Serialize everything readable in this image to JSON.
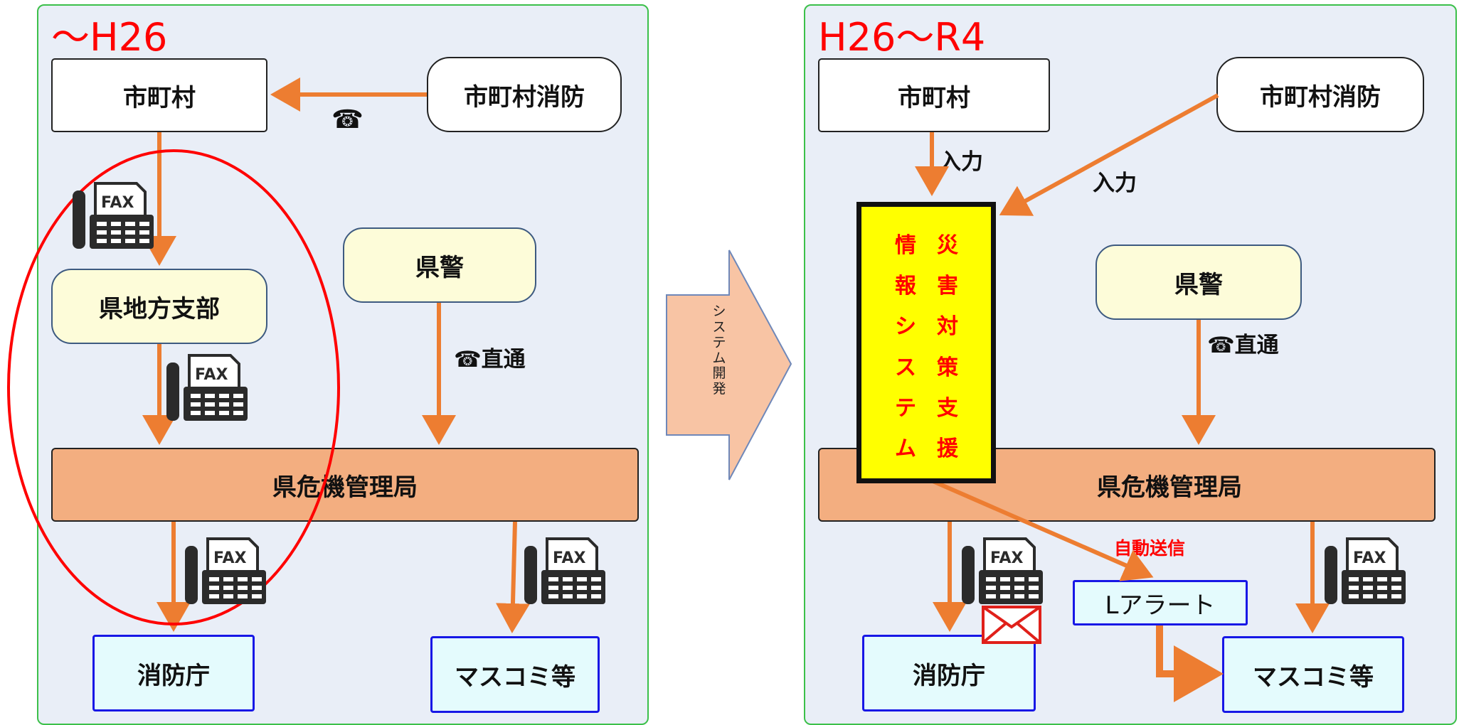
{
  "left_panel": {
    "era_label": "～H26",
    "municipality": "市町村",
    "municipal_fire": "市町村消防",
    "branch": "県地方支部",
    "police": "県警",
    "crisis_bureau": "県危機管理局",
    "fdma": "消防庁",
    "media": "マスコミ等",
    "phone_glyph": "☎",
    "direct_line": "☎直通"
  },
  "transition": {
    "label": [
      "シ",
      "ス",
      "テ",
      "ム",
      "開",
      "発"
    ]
  },
  "right_panel": {
    "era_label": "H26～R4",
    "municipality": "市町村",
    "municipal_fire": "市町村消防",
    "input_label_1": "入力",
    "input_label_2": "入力",
    "disaster_system_col1": [
      "情",
      "報",
      "シ",
      "ス",
      "テ",
      "ム"
    ],
    "disaster_system_col2": [
      "災",
      "害",
      "対",
      "策",
      "支",
      "援"
    ],
    "police": "県警",
    "direct_line": "☎直通",
    "crisis_bureau": "県危機管理局",
    "auto_send": "自動送信",
    "l_alert": "Lアラート",
    "fdma": "消防庁",
    "media": "マスコミ等"
  },
  "icons": {
    "fax": "fax-machine-icon",
    "mail": "envelope-icon",
    "phone": "telephone-icon"
  },
  "colors": {
    "arrow": "#ed7d31",
    "era": "#ff0000",
    "panel_border": "#3cc04a",
    "highlight_ellipse": "#ff0000"
  }
}
